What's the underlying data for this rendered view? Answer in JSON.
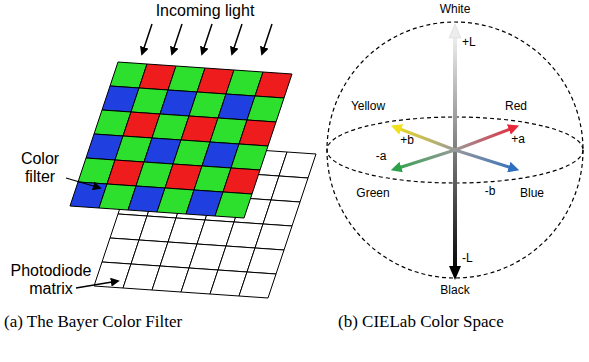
{
  "diagram": {
    "labels": [
      "Incoming light",
      "Color filter",
      "Photodiode matrix",
      "(a) The Bayer Color Filter",
      "White",
      "+L",
      "Yellow",
      "Red",
      "+b",
      "+a",
      "-a",
      "-b",
      "Green",
      "Blue",
      "-L",
      "Black",
      "(b) CIELab Color Space"
    ]
  }
}
